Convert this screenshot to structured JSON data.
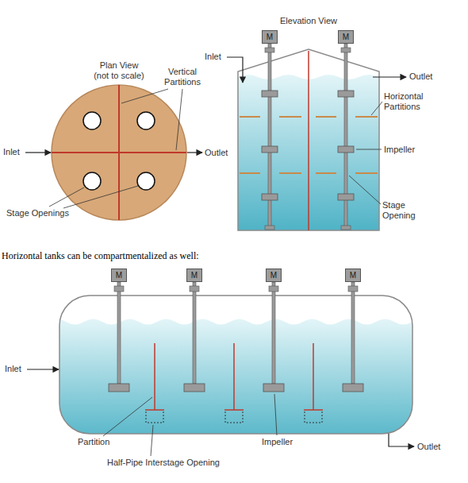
{
  "diagram": {
    "nodes": [
      {
        "text": [
          "M"
        ]
      },
      {
        "text": [
          "M"
        ]
      },
      {
        "text": [
          "M"
        ]
      },
      {
        "text": [
          "M"
        ]
      },
      {
        "text": [
          "M"
        ]
      },
      {
        "text": [
          "M"
        ]
      }
    ],
    "labels": [
      "Elevation View",
      "Plan View (not to scale)",
      "Inlet",
      "Vertical Partitions",
      "Outlet",
      "Horizontal Partitions",
      "Inlet",
      "Outlet",
      "Impeller",
      "Stage Openings",
      "Stage Opening",
      "Horizontal tanks can be compartmentalized as well:",
      "Inlet",
      "Partition",
      "Impeller",
      "Outlet",
      "Half-Pipe Interstage Opening"
    ]
  }
}
